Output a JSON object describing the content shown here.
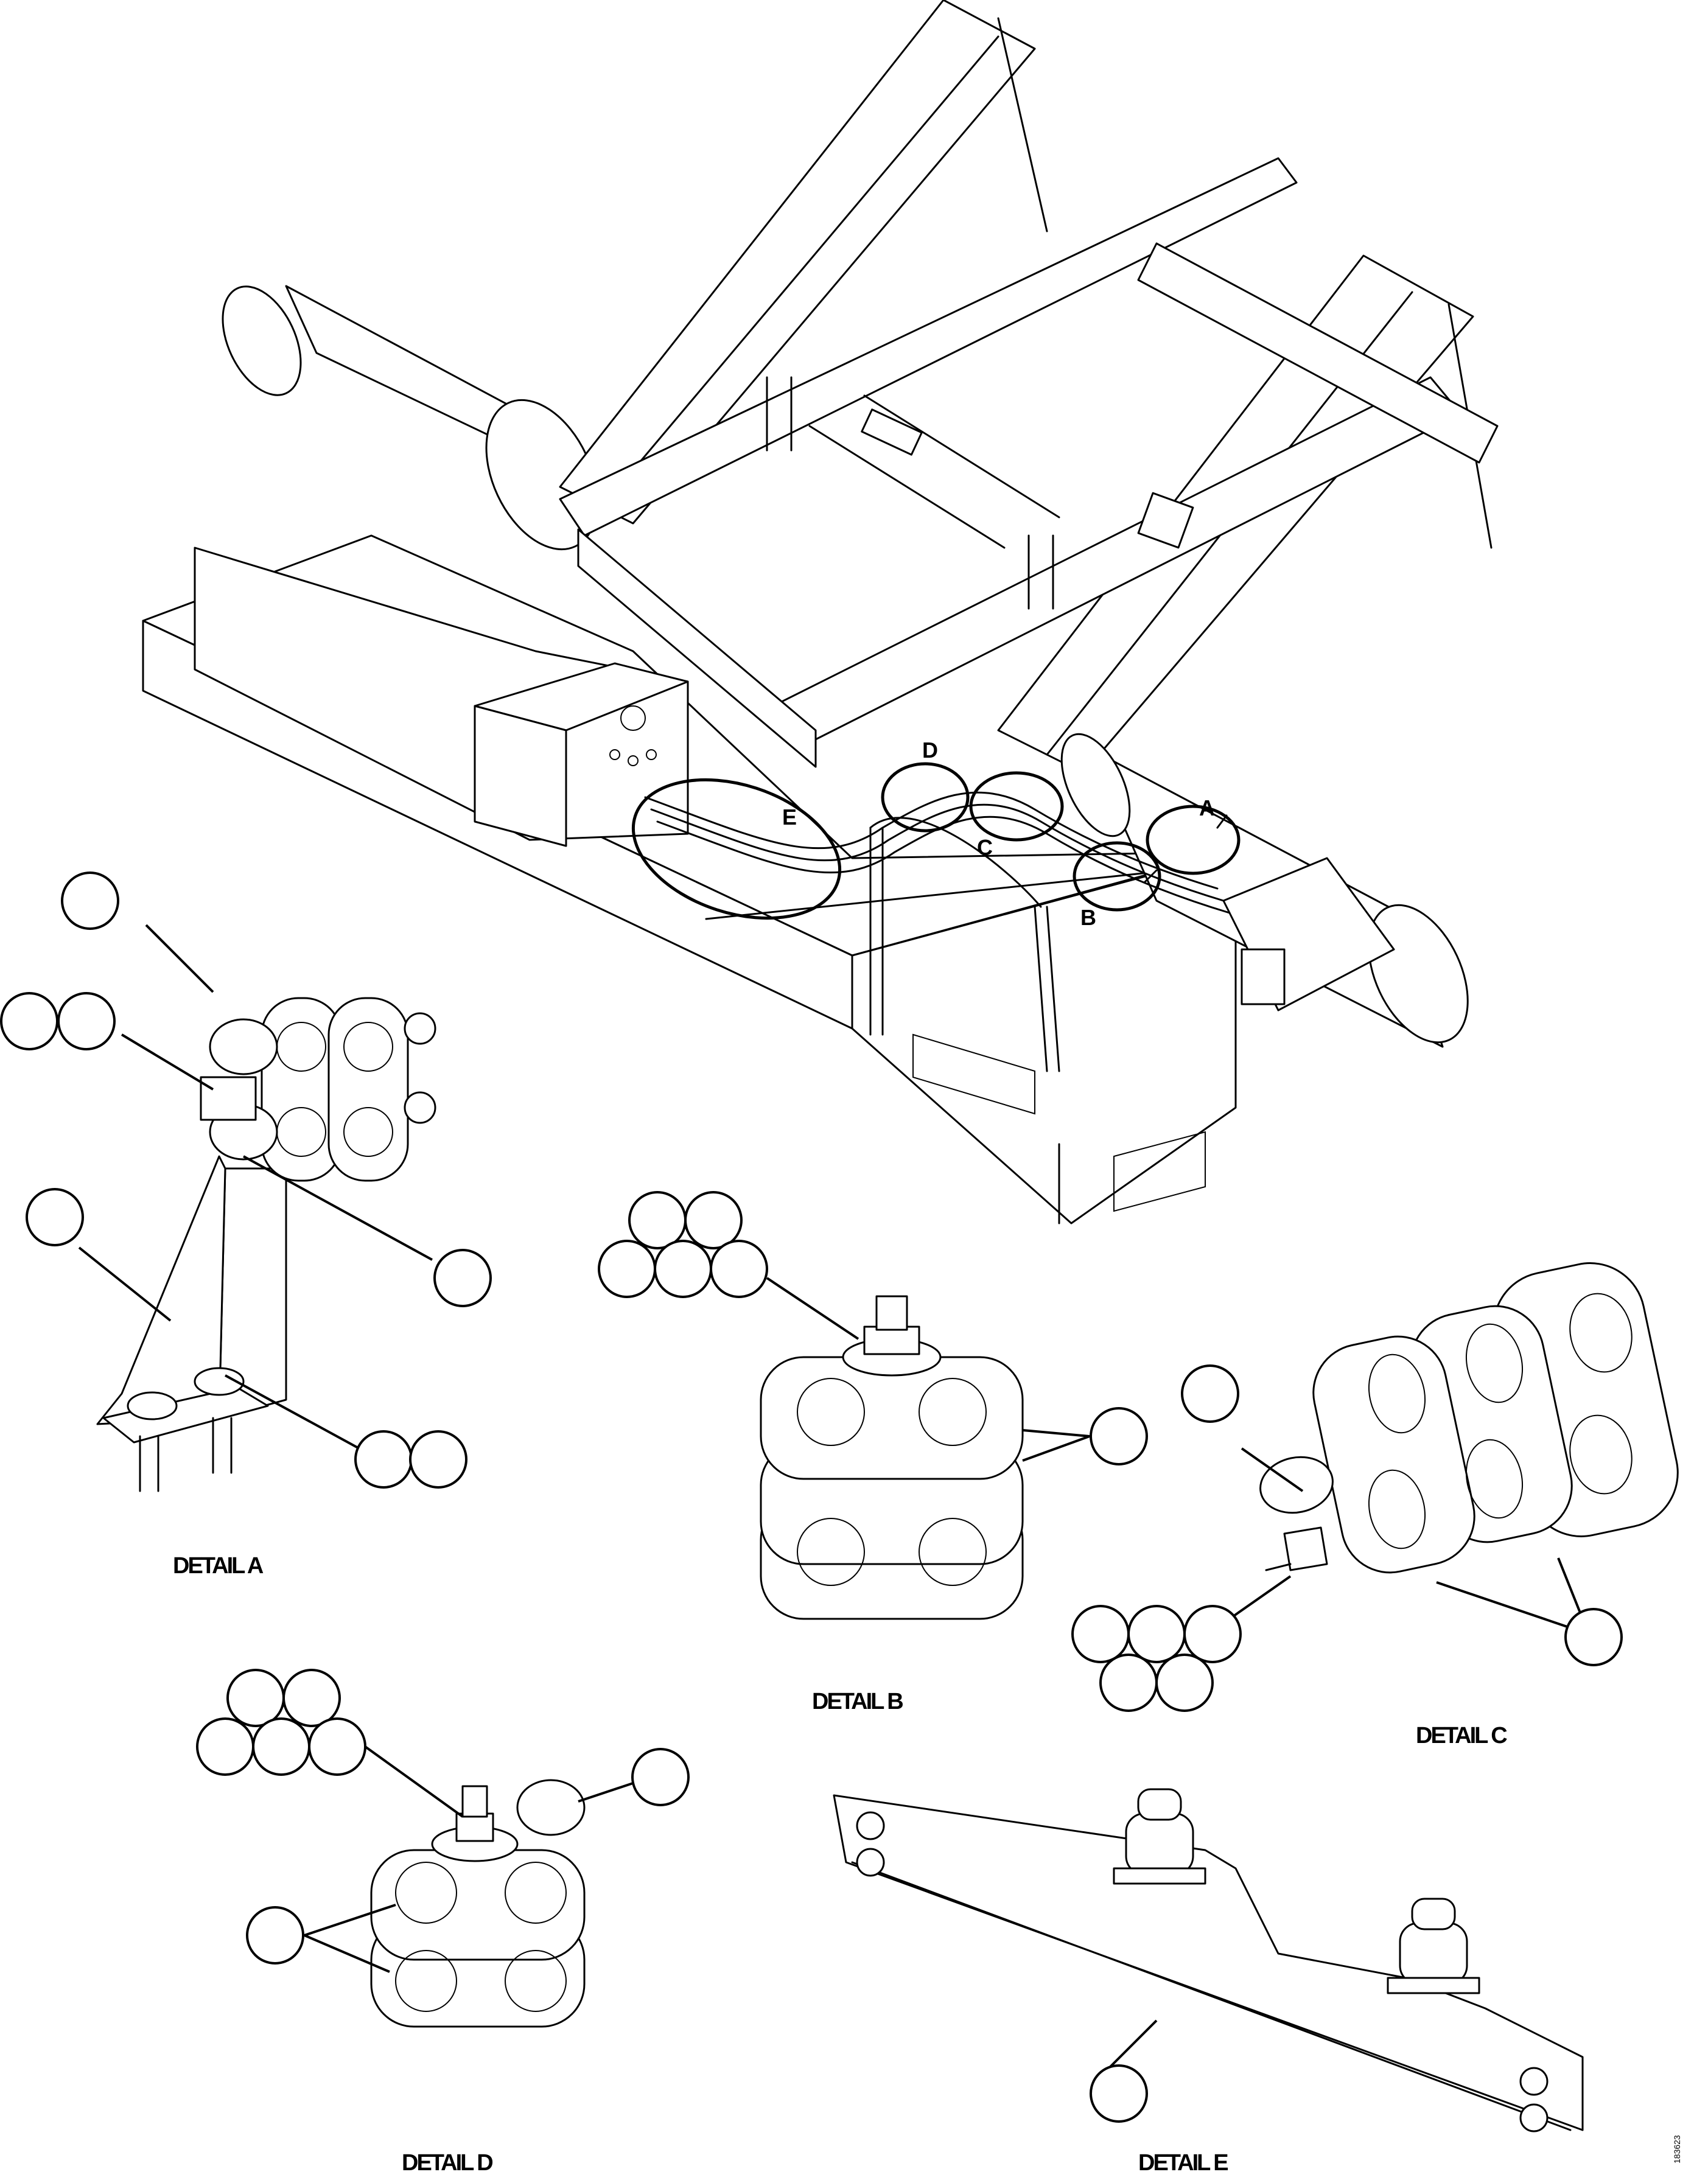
{
  "figure": {
    "drawing_id": "183623",
    "callouts": [
      "A",
      "B",
      "C",
      "D",
      "E"
    ],
    "details": {
      "a": "DETAIL A",
      "b": "DETAIL B",
      "c": "DETAIL C",
      "d": "DETAIL D",
      "e": "DETAIL E"
    }
  }
}
